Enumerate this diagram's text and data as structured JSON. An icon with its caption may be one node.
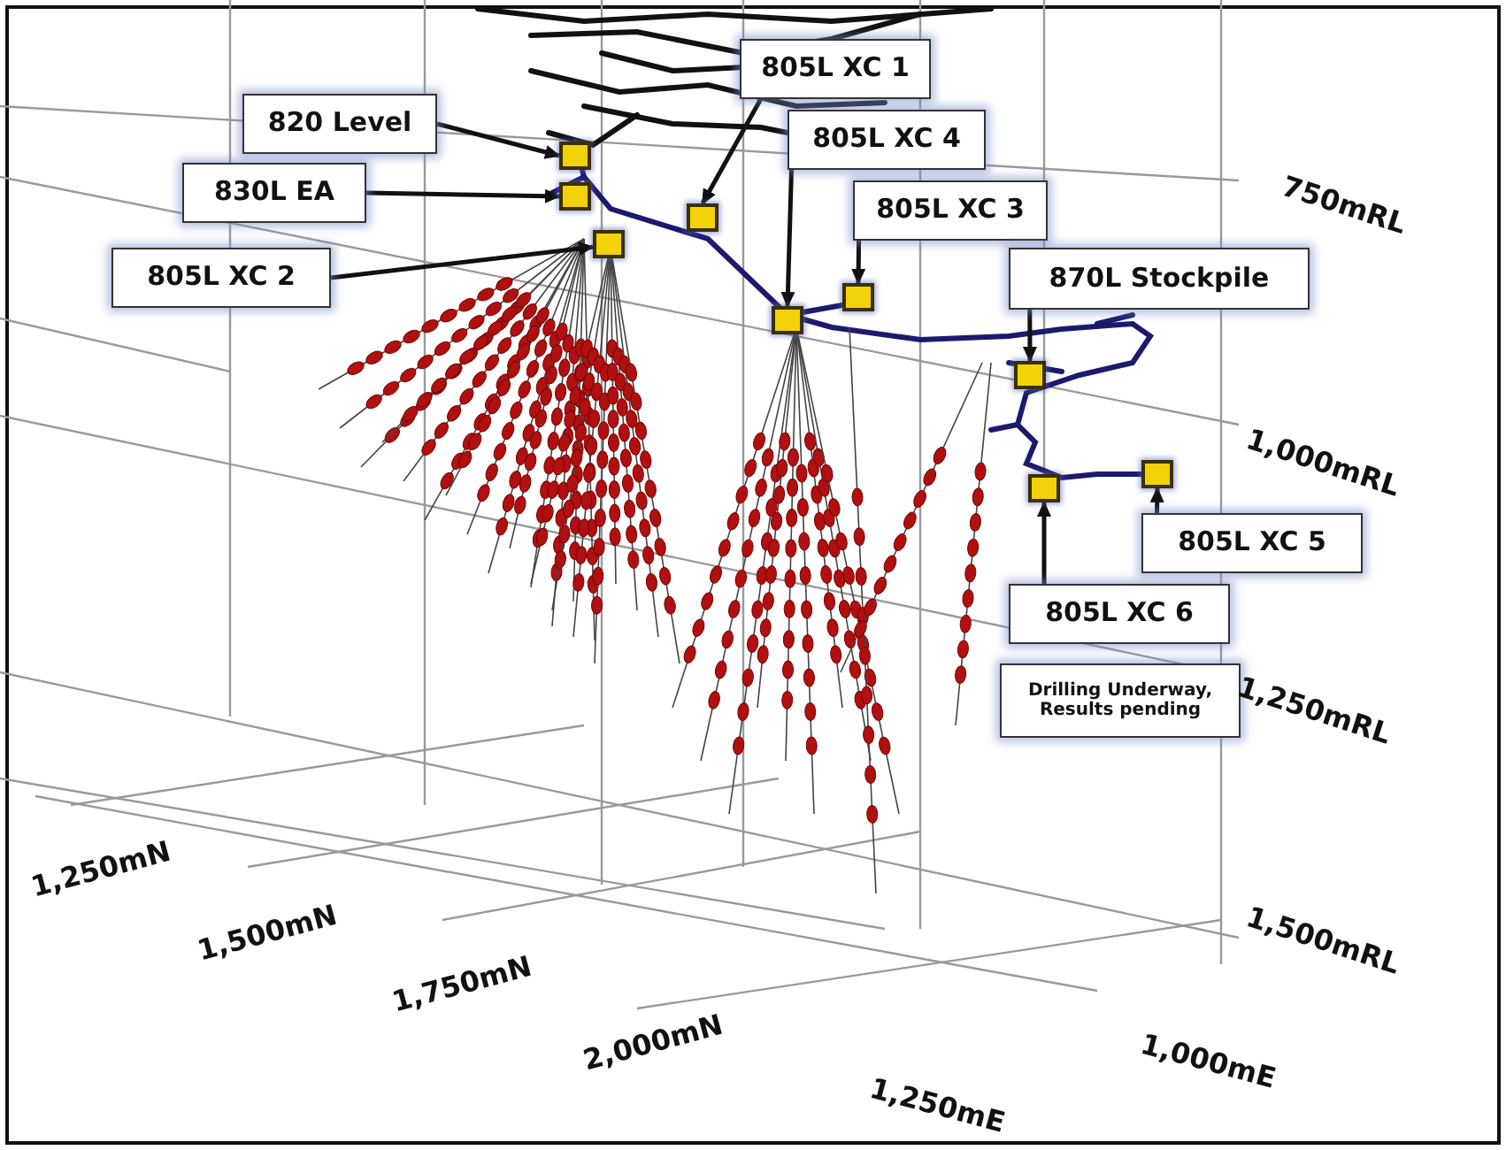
{
  "diagram": {
    "nodes": [
      {
        "text": [
          "805L XC 1"
        ]
      },
      {
        "text": [
          "820 Level"
        ]
      },
      {
        "text": [
          "805L XC 4"
        ]
      },
      {
        "text": [
          "830L EA"
        ]
      },
      {
        "text": [
          "805L XC 3"
        ]
      },
      {
        "text": [
          "805L XC 2"
        ]
      },
      {
        "text": [
          "870L Stockpile"
        ]
      },
      {
        "text": [
          "805L XC 5"
        ]
      },
      {
        "text": [
          "805L XC 6"
        ]
      },
      {
        "text": [
          "Drilling Underway, Results pending"
        ]
      },
      {
        "text": [],
        "shape": "box"
      },
      {
        "text": [],
        "shape": "box"
      },
      {
        "text": [],
        "shape": "box"
      },
      {
        "text": [],
        "shape": "box"
      },
      {
        "text": [],
        "shape": "box"
      },
      {
        "text": [],
        "shape": "box"
      },
      {
        "text": [],
        "shape": "box"
      },
      {
        "text": [],
        "shape": "box"
      },
      {
        "text": [],
        "shape": "box"
      }
    ],
    "edges": [
      {
        "from": 0,
        "to": 12,
        "arrow": "to"
      },
      {
        "from": 1,
        "to": 10,
        "arrow": "to"
      },
      {
        "from": 2,
        "to": 15,
        "arrow": "to"
      },
      {
        "from": 3,
        "to": 11,
        "arrow": "to"
      },
      {
        "from": 4,
        "to": 14,
        "arrow": "to"
      },
      {
        "from": 5,
        "to": 13,
        "arrow": "to"
      },
      {
        "from": 6,
        "to": 16,
        "arrow": "to"
      },
      {
        "from": 7,
        "to": 17,
        "arrow": "to"
      },
      {
        "from": 8,
        "to": 18,
        "arrow": "to"
      }
    ],
    "labels": [
      "750mRL",
      "1,000mRL",
      "1,250mRL",
      "1,250mN",
      "1,500mRL",
      "1,500mN",
      "1,750mN",
      "1,000mE",
      "2,000mN",
      "1,250mE"
    ]
  }
}
